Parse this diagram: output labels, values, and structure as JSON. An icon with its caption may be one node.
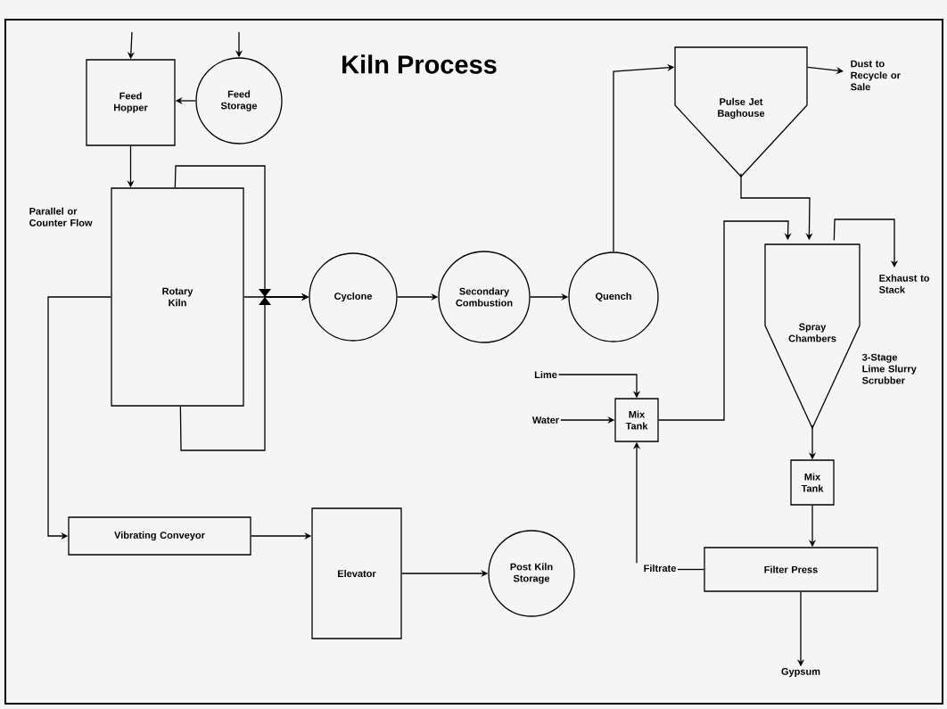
{
  "diagram": {
    "title": "Kiln Process",
    "nodes": [
      {
        "text": [
          "Feed Hopper"
        ]
      },
      {
        "text": [
          "Feed Storage"
        ]
      },
      {
        "text": [
          "Rotary Kiln"
        ]
      },
      {
        "text": [
          "Cyclone"
        ]
      },
      {
        "text": [
          "Secondary Combustion"
        ]
      },
      {
        "text": [
          "Quench"
        ]
      },
      {
        "text": [
          "Pulse Jet Baghouse"
        ]
      },
      {
        "text": [
          "Dust to Recycle or Sale"
        ]
      },
      {
        "text": [
          "Spray Chambers"
        ]
      },
      {
        "text": [
          "Exhaust to Stack"
        ]
      },
      {
        "text": [
          "Lime"
        ]
      },
      {
        "text": [
          "Water"
        ]
      },
      {
        "text": [
          "Mix Tank"
        ]
      },
      {
        "text": [
          "Mix Tank"
        ]
      },
      {
        "text": [
          "Filter Press"
        ]
      },
      {
        "text": [
          "Filtrate"
        ]
      },
      {
        "text": [
          "Gypsum"
        ]
      },
      {
        "text": [
          "Vibrating Conveyor"
        ]
      },
      {
        "text": [
          "Elevator"
        ]
      },
      {
        "text": [
          "Post Kiln Storage"
        ]
      }
    ],
    "edges": [
      {
        "from": null,
        "to": 0,
        "arrow": "to"
      },
      {
        "from": null,
        "to": 1,
        "arrow": "to"
      },
      {
        "from": 1,
        "to": 0,
        "arrow": "to"
      },
      {
        "from": 0,
        "to": 2,
        "arrow": "to"
      },
      {
        "from": 2,
        "to": 3,
        "arrow": "to"
      },
      {
        "from": 2,
        "to": 3,
        "arrow": "to"
      },
      {
        "from": 2,
        "to": 3,
        "arrow": "to"
      },
      {
        "from": 3,
        "to": 4,
        "arrow": "to"
      },
      {
        "from": 4,
        "to": 5,
        "arrow": "to"
      },
      {
        "from": 5,
        "to": 6,
        "arrow": "to"
      },
      {
        "from": 6,
        "to": 7,
        "arrow": "to"
      },
      {
        "from": 6,
        "to": 8,
        "arrow": "to"
      },
      {
        "from": 8,
        "to": 9,
        "arrow": "to"
      },
      {
        "from": 10,
        "to": 12,
        "arrow": "to"
      },
      {
        "from": 11,
        "to": 12,
        "arrow": "to"
      },
      {
        "from": 12,
        "to": 8,
        "arrow": "to"
      },
      {
        "from": 8,
        "to": 13,
        "arrow": "to"
      },
      {
        "from": 13,
        "to": 14,
        "arrow": "to"
      },
      {
        "from": 14,
        "to": 15,
        "arrow": "none"
      },
      {
        "from": 15,
        "to": 12,
        "arrow": "to"
      },
      {
        "from": 14,
        "to": 16,
        "arrow": "to"
      },
      {
        "from": 2,
        "to": 17,
        "arrow": "to"
      },
      {
        "from": 17,
        "to": 18,
        "arrow": "to"
      },
      {
        "from": 18,
        "to": 19,
        "arrow": "to"
      }
    ],
    "labels": [
      "Parallel or Counter Flow",
      "3-Stage Lime Slurry Scrubber"
    ]
  }
}
